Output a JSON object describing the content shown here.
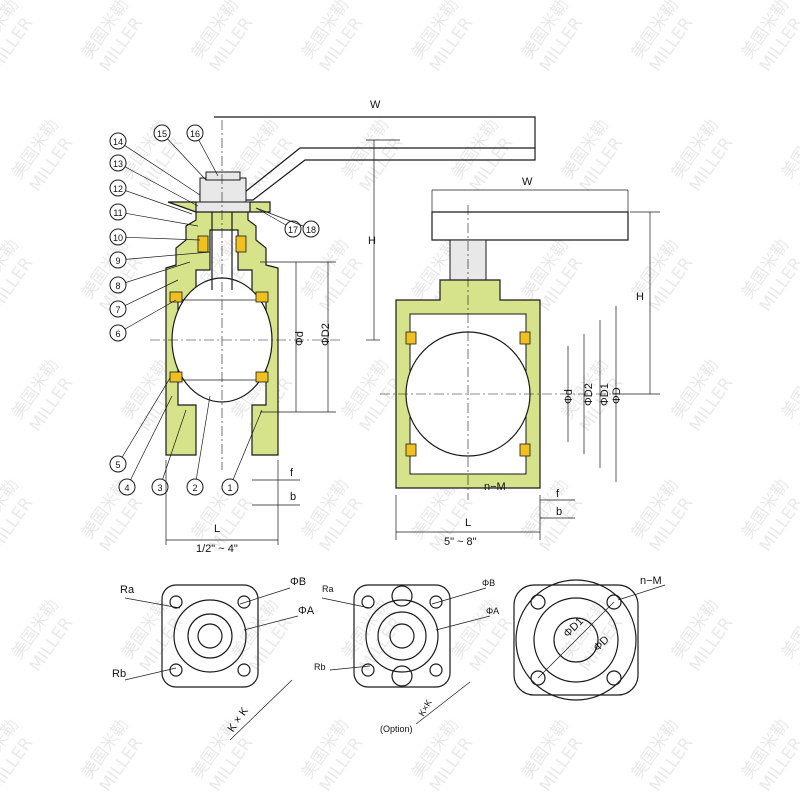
{
  "watermark": {
    "text": "美国米勒",
    "text_latin": "MILLER"
  },
  "left_view": {
    "parts": [
      "1",
      "2",
      "3",
      "4",
      "5",
      "6",
      "7",
      "8",
      "9",
      "10",
      "11",
      "12",
      "13",
      "14",
      "15",
      "16",
      "17",
      "18"
    ],
    "dims": {
      "W": "W",
      "H": "H",
      "d": "Φd",
      "D2": "ΦD2",
      "f": "f",
      "b": "b",
      "L": "L",
      "size_range": "1/2\" ~ 4\""
    }
  },
  "right_view": {
    "dims": {
      "W": "W",
      "H": "H",
      "d": "Φd",
      "D2": "ΦD2",
      "D1": "ΦD1",
      "D": "ΦD",
      "nM": "n−M",
      "f": "f",
      "b": "b",
      "L": "L",
      "size_range": "5\" ~ 8\""
    }
  },
  "bottom_views": {
    "view1": {
      "Ra": "Ra",
      "B": "ΦB",
      "A": "ΦA",
      "Rb": "Rb",
      "KxK": "K × K"
    },
    "view2": {
      "Ra": "Ra",
      "B": "ΦB",
      "A": "ΦA",
      "Rb": "Rb",
      "KxK": "K×K",
      "option": "(Option)"
    },
    "view3": {
      "nM": "n−M",
      "D1": "ΦD1",
      "D": "ΦD"
    }
  }
}
